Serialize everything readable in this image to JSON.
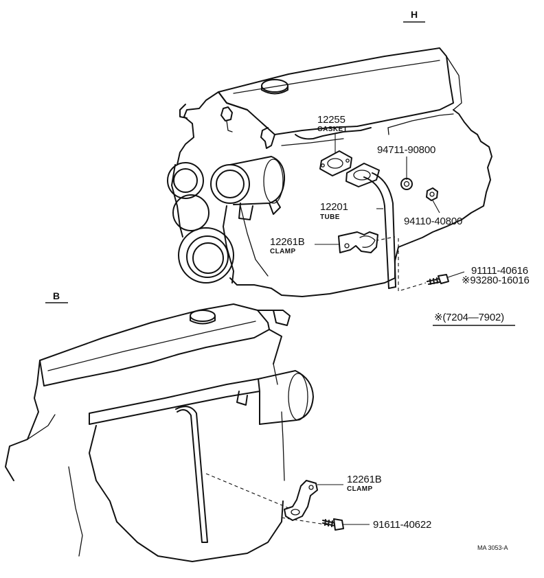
{
  "sections": {
    "H": "H",
    "B": "B"
  },
  "parts": {
    "p12255": {
      "number": "12255",
      "name": "GASKET"
    },
    "p94711": {
      "number": "94711-90800"
    },
    "p12201": {
      "number": "12201",
      "name": "TUBE"
    },
    "p94110": {
      "number": "94110-40800"
    },
    "p12261_h": {
      "number": "12261B",
      "name": "CLAMP"
    },
    "p91111": {
      "number": "91111-40616"
    },
    "p93280": {
      "number": "※93280-16016"
    },
    "p12261_b": {
      "number": "12261B",
      "name": "CLAMP"
    },
    "p91611": {
      "number": "91611-40622"
    }
  },
  "note": "※(7204—7902)",
  "ref_code": "MA 3053-A"
}
